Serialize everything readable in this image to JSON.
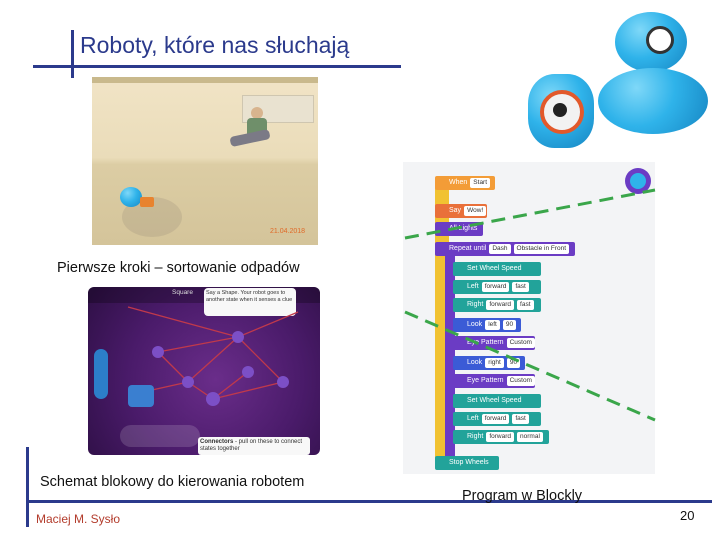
{
  "slide": {
    "title": "Roboty, które nas słuchają",
    "caption_photo": "Pierwsze kroki – sortowanie odpadów",
    "caption_app": "Schemat blokowy do kierowania robotem",
    "caption_blockly": "Program w Blockly",
    "author": "Maciej M. Sysło",
    "page_number": "20"
  },
  "photo": {
    "date_stamp": "21.04.2018"
  },
  "app_screen": {
    "tooltip": "Say a Shape. Your robot goes to another state when it senses a clue",
    "connectors_title": "Connectors",
    "connectors_text": " - pull on these to connect states together",
    "tab_label": "Square"
  },
  "blockly": {
    "blocks": [
      {
        "label": "When",
        "value": "Start",
        "color": "#f39c37"
      },
      {
        "label": "Say",
        "value": "Wow!",
        "color": "#e9703a"
      },
      {
        "label": "All Lights",
        "value": "",
        "color": "#6b3cc4"
      },
      {
        "label": "Repeat until",
        "value": "Dash",
        "value2": "Obstacle in Front",
        "color": "#6b3cc4"
      },
      {
        "label": "Set Wheel Speed",
        "value": "",
        "color": "#22a39a"
      },
      {
        "label": "Left",
        "value": "forward",
        "value2": "fast",
        "color": "#22a39a"
      },
      {
        "label": "Right",
        "value": "forward",
        "value2": "fast",
        "color": "#22a39a"
      },
      {
        "label": "Look",
        "value": "left",
        "value2": "90",
        "color": "#3b5bd6"
      },
      {
        "label": "Eye Pattern",
        "value": "Custom",
        "color": "#6b3cc4"
      },
      {
        "label": "Look",
        "value": "right",
        "value2": "90",
        "color": "#3b5bd6"
      },
      {
        "label": "Eye Pattern",
        "value": "Custom",
        "color": "#6b3cc4"
      },
      {
        "label": "Set Wheel Speed",
        "value": "",
        "color": "#22a39a"
      },
      {
        "label": "Left",
        "value": "forward",
        "value2": "fast",
        "color": "#22a39a"
      },
      {
        "label": "Right",
        "value": "forward",
        "value2": "normal",
        "color": "#22a39a"
      },
      {
        "label": "Stop Wheels",
        "value": "",
        "color": "#22a39a"
      }
    ]
  },
  "colors": {
    "title": "#2b3a8c",
    "footer": "#b33c2c",
    "dashed": "#3aa64a"
  }
}
